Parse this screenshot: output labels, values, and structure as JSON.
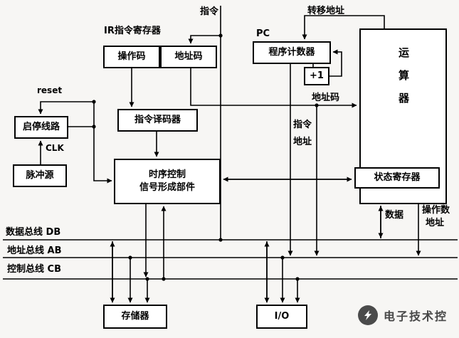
{
  "diagram": {
    "top_labels": {
      "instruction": "指令",
      "branch_address": "转移地址",
      "ir_title": "IR指令寄存器",
      "pc_title": "PC"
    },
    "boxes": {
      "opcode": "操作码",
      "addr_code": "地址码",
      "program_counter": "程序计数器",
      "plus_one": "+1",
      "alu": "运算器",
      "start_stop": "启停线路",
      "pulse_source": "脉冲源",
      "decoder": "指令译码器",
      "timing_line1": "时序控制",
      "timing_line2": "信号形成部件",
      "status_register": "状态寄存器",
      "memory": "存储器",
      "io": "I/O"
    },
    "wire_labels": {
      "reset": "reset",
      "clk": "CLK",
      "addr_code_signal": "地址码",
      "instr_addr_line1": "指令",
      "instr_addr_line2": "地址",
      "data": "数据",
      "operand_addr_line1": "操作数",
      "operand_addr_line2": "地址"
    },
    "buses": {
      "db": "数据总线 DB",
      "ab": "地址总线 AB",
      "cb": "控制总线  CB"
    },
    "watermark": {
      "text": "电子技术控"
    },
    "colors": {
      "line": "#000000",
      "background": "#f7f6f4",
      "watermark_text": "#474747"
    }
  }
}
